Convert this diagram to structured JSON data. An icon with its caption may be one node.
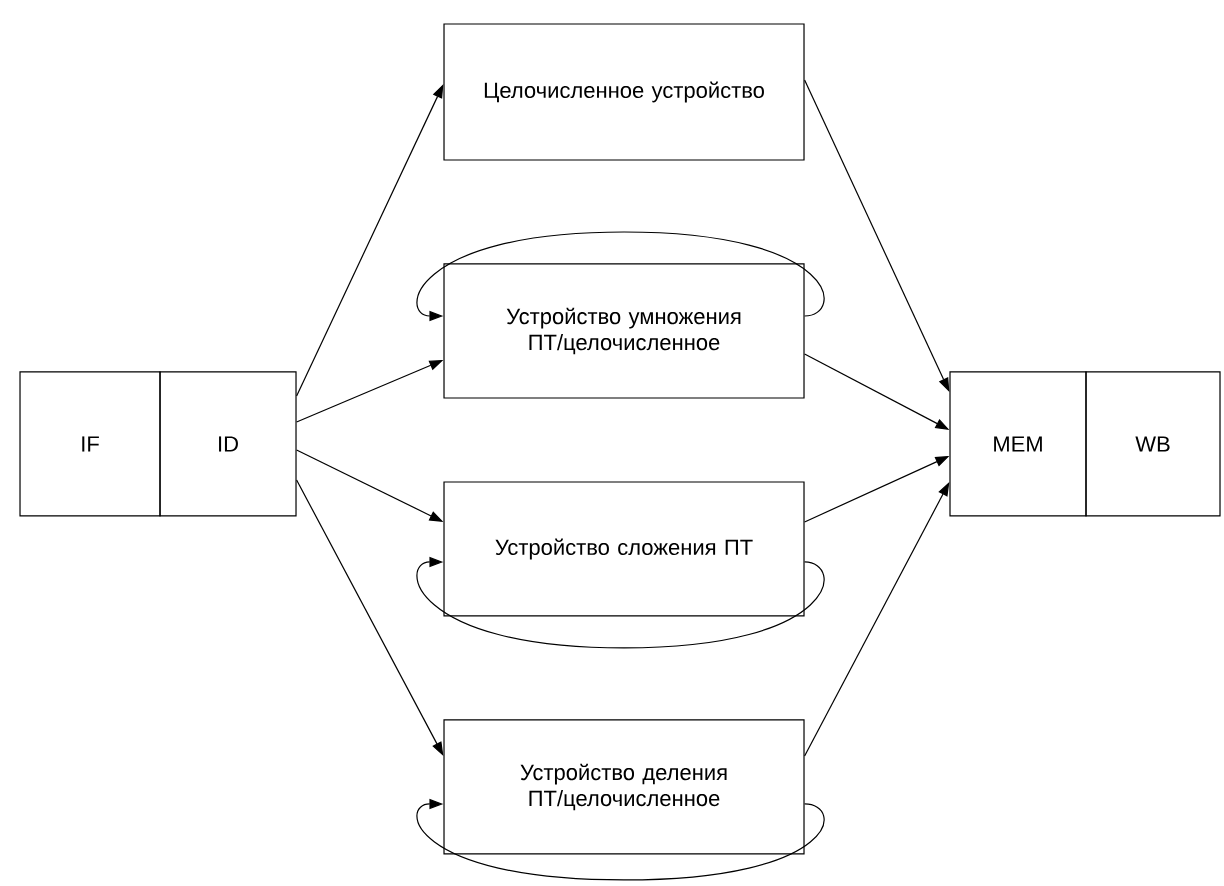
{
  "diagram": {
    "nodes": [
      {
        "text": [
          "IF"
        ]
      },
      {
        "text": [
          "ID"
        ]
      },
      {
        "text": [
          "Целочисленное устройство"
        ]
      },
      {
        "text": [
          "Устройство умножения ПТ/целочисленное"
        ]
      },
      {
        "text": [
          "Устройство сложения ПТ"
        ]
      },
      {
        "text": [
          "Устройство деления ПТ/целочисленное"
        ]
      },
      {
        "text": [
          "MEM"
        ]
      },
      {
        "text": [
          "WB"
        ]
      }
    ],
    "edges": [
      {
        "from": 1,
        "to": 2,
        "arrow": "to"
      },
      {
        "from": 1,
        "to": 3,
        "arrow": "to"
      },
      {
        "from": 1,
        "to": 4,
        "arrow": "to"
      },
      {
        "from": 1,
        "to": 5,
        "arrow": "to"
      },
      {
        "from": 3,
        "to": 3,
        "arrow": "to"
      },
      {
        "from": 4,
        "to": 4,
        "arrow": "to"
      },
      {
        "from": 5,
        "to": 5,
        "arrow": "to"
      },
      {
        "from": 2,
        "to": 6,
        "arrow": "to"
      },
      {
        "from": 3,
        "to": 6,
        "arrow": "to"
      },
      {
        "from": 4,
        "to": 6,
        "arrow": "to"
      },
      {
        "from": 5,
        "to": 6,
        "arrow": "to"
      }
    ]
  }
}
